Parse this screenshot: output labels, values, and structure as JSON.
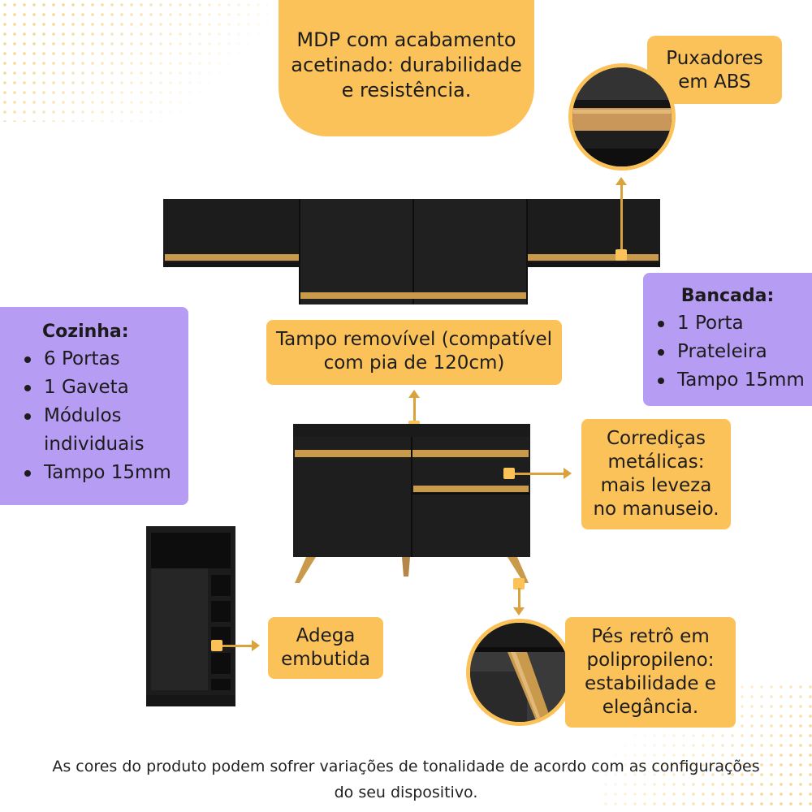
{
  "callouts": {
    "mdp": "MDP com acabamento acetinado: durabilidade e resistência.",
    "puxadores": "Puxadores em ABS",
    "tampo": "Tampo removível (compatível com pia de 120cm)",
    "corredicas": "Corrediças metálicas: mais leveza no manuseio.",
    "adega": "Adega embutida",
    "pes": "Pés retrô em polipropileno: estabilidade e elegância."
  },
  "cozinha": {
    "title": "Cozinha:",
    "items": [
      "6 Portas",
      "1 Gaveta",
      "Módulos individuais",
      "Tampo 15mm"
    ]
  },
  "bancada": {
    "title": "Bancada:",
    "items": [
      "1 Porta",
      "Prateleira",
      "Tampo 15mm"
    ]
  },
  "footer": "As cores do produto podem sofrer variações de tonalidade de acordo com as configurações do seu dispositivo.",
  "colors": {
    "callout": "#fcc25a",
    "panel": "#b79cf3",
    "furniture": "#1c1c1c",
    "gold": "#c99a4c"
  }
}
